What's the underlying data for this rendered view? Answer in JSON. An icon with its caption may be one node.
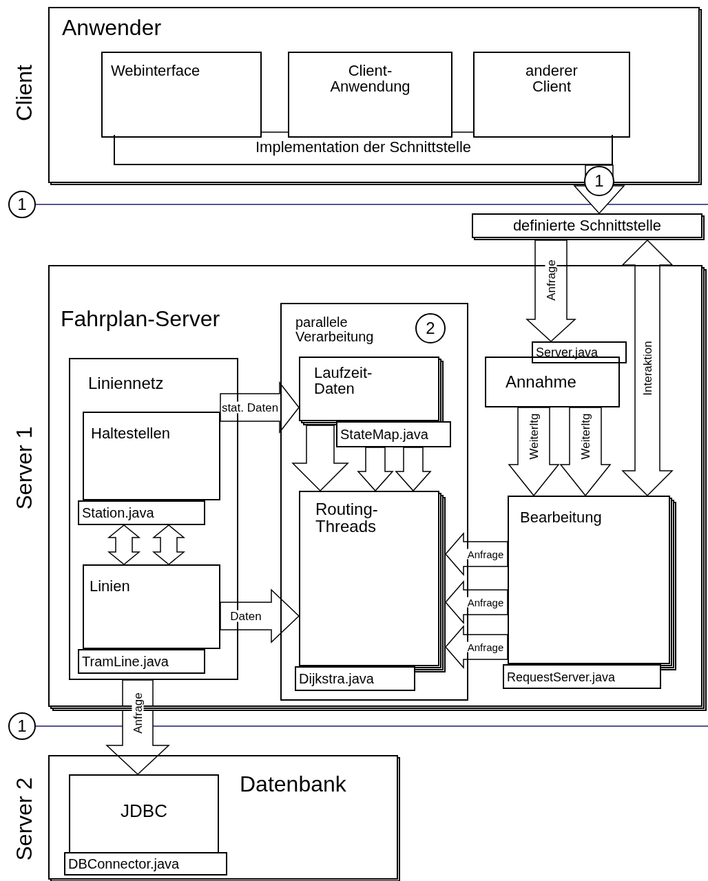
{
  "diagram": {
    "nodes": [
      {
        "text": [
          "Anwender"
        ]
      },
      {
        "text": [
          "Webinterface"
        ],
        "in": 0
      },
      {
        "text": [
          "Client- Anwendung"
        ],
        "in": 0
      },
      {
        "text": [
          "anderer Client"
        ],
        "in": 0
      },
      {
        "text": [
          "Implementation der Schnittstelle"
        ],
        "in": 0
      },
      {
        "text": [
          "1"
        ]
      },
      {
        "text": [
          "definierte Schnittstelle"
        ]
      },
      {
        "text": [
          "Fahrplan-Server"
        ]
      },
      {
        "text": [
          "parallele Verarbeitung"
        ],
        "in": 7
      },
      {
        "text": [
          "2"
        ],
        "in": 8
      },
      {
        "text": [
          "Liniennetz"
        ],
        "in": 7
      },
      {
        "text": [
          "Haltestellen"
        ],
        "in": 10
      },
      {
        "text": [
          "Station.java"
        ],
        "in": 10
      },
      {
        "text": [
          "Linien"
        ],
        "in": 10
      },
      {
        "text": [
          "TramLine.java"
        ],
        "in": 10
      },
      {
        "text": [
          "Laufzeit- Daten"
        ],
        "in": 8
      },
      {
        "text": [
          "StateMap.java"
        ],
        "in": 8
      },
      {
        "text": [
          "Routing- Threads"
        ],
        "in": 8
      },
      {
        "text": [
          "Dijkstra.java"
        ],
        "in": 8
      },
      {
        "text": [
          "Server.java"
        ],
        "in": 7
      },
      {
        "text": [
          "Annahme"
        ],
        "in": 7
      },
      {
        "text": [
          "Bearbeitung"
        ],
        "in": 7
      },
      {
        "text": [
          "RequestServer.java"
        ],
        "in": 7
      },
      {
        "text": [
          "Datenbank"
        ]
      },
      {
        "text": [
          "JDBC"
        ],
        "in": 23
      },
      {
        "text": [
          "DBConnector.java"
        ],
        "in": 23
      },
      {
        "text": [
          "1"
        ]
      },
      {
        "text": [
          "1"
        ]
      }
    ],
    "edges": [
      {
        "from": 4,
        "to": 6,
        "arrow": "to"
      },
      {
        "from": 1,
        "to": 2,
        "arrow": "none"
      },
      {
        "from": 2,
        "to": 3,
        "arrow": "none"
      },
      {
        "from": 6,
        "to": 19,
        "arrow": "to",
        "label": "Anfrage"
      },
      {
        "from": 6,
        "to": 21,
        "arrow": "both",
        "label": "Interaktion"
      },
      {
        "from": 20,
        "to": 21,
        "arrow": "to",
        "label": "Weiterltg"
      },
      {
        "from": 20,
        "to": 21,
        "arrow": "to",
        "label": "Weiterltg"
      },
      {
        "from": 11,
        "to": 15,
        "arrow": "to",
        "label": "stat. Daten"
      },
      {
        "from": 15,
        "to": 17,
        "arrow": "to"
      },
      {
        "from": 16,
        "to": 17,
        "arrow": "to"
      },
      {
        "from": 16,
        "to": 17,
        "arrow": "to"
      },
      {
        "from": 12,
        "to": 13,
        "arrow": "both"
      },
      {
        "from": 12,
        "to": 13,
        "arrow": "both"
      },
      {
        "from": 13,
        "to": 17,
        "arrow": "to",
        "label": "Daten"
      },
      {
        "from": 21,
        "to": 17,
        "arrow": "to",
        "label": "Anfrage"
      },
      {
        "from": 21,
        "to": 17,
        "arrow": "to",
        "label": "Anfrage"
      },
      {
        "from": 21,
        "to": 17,
        "arrow": "to",
        "label": "Anfrage"
      },
      {
        "from": 10,
        "to": 24,
        "arrow": "to",
        "label": "Anfrage"
      }
    ],
    "labels": [
      "Client",
      "Server 1",
      "Server 2"
    ]
  }
}
